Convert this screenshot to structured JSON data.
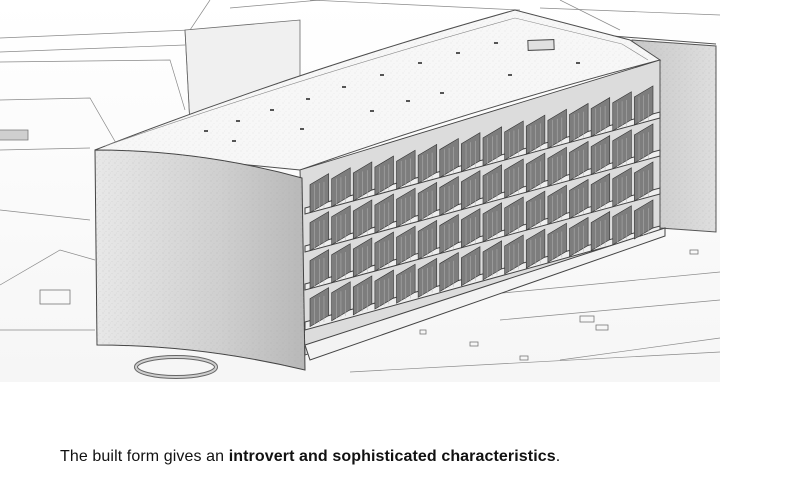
{
  "caption": {
    "prefix": "The built form gives an ",
    "emphasis": "introvert and sophisticated characteristics",
    "suffix": "."
  },
  "colors": {
    "background": "#ffffff",
    "line": "#5a5a5a",
    "wall_light": "#f2f2f2",
    "wall_mid": "#d9d9d9",
    "wall_dark": "#b0b0b0",
    "panel": "#7d7d7d"
  },
  "facade": {
    "floors": 4,
    "bays": 16
  }
}
